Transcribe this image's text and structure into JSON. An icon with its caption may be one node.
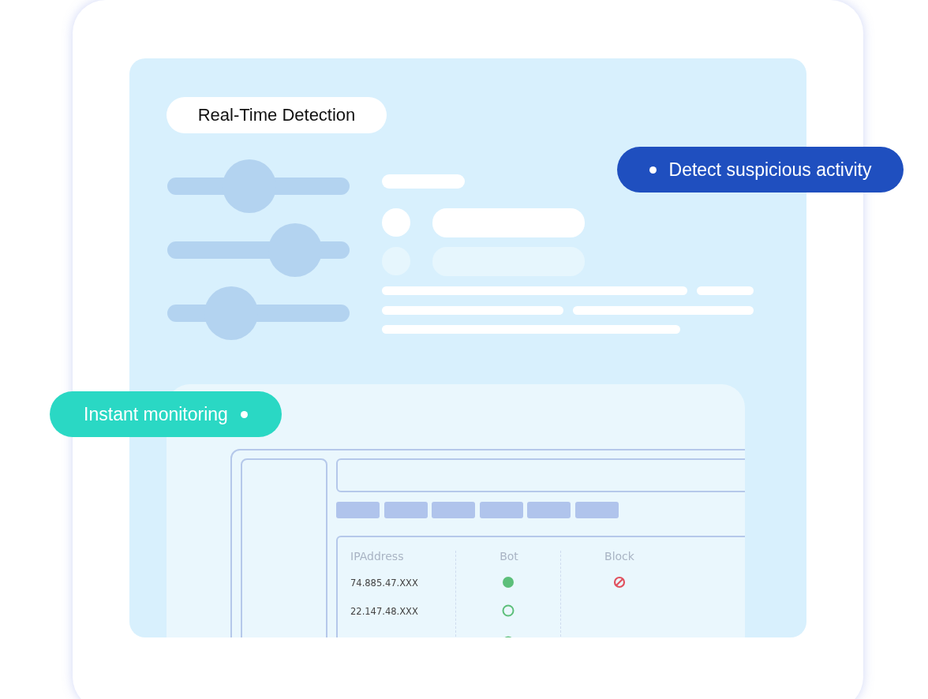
{
  "diagram": {
    "nodes": [
      {
        "text": [
          "Real-Time Detection"
        ]
      },
      {
        "text": [
          "Detect suspicious activity"
        ]
      },
      {
        "text": [
          "Instant monitoring"
        ]
      }
    ],
    "labels": [
      "IPAddress",
      "Bot",
      "Block",
      "74.885.47.XXX",
      "22.147.48.XXX"
    ]
  }
}
